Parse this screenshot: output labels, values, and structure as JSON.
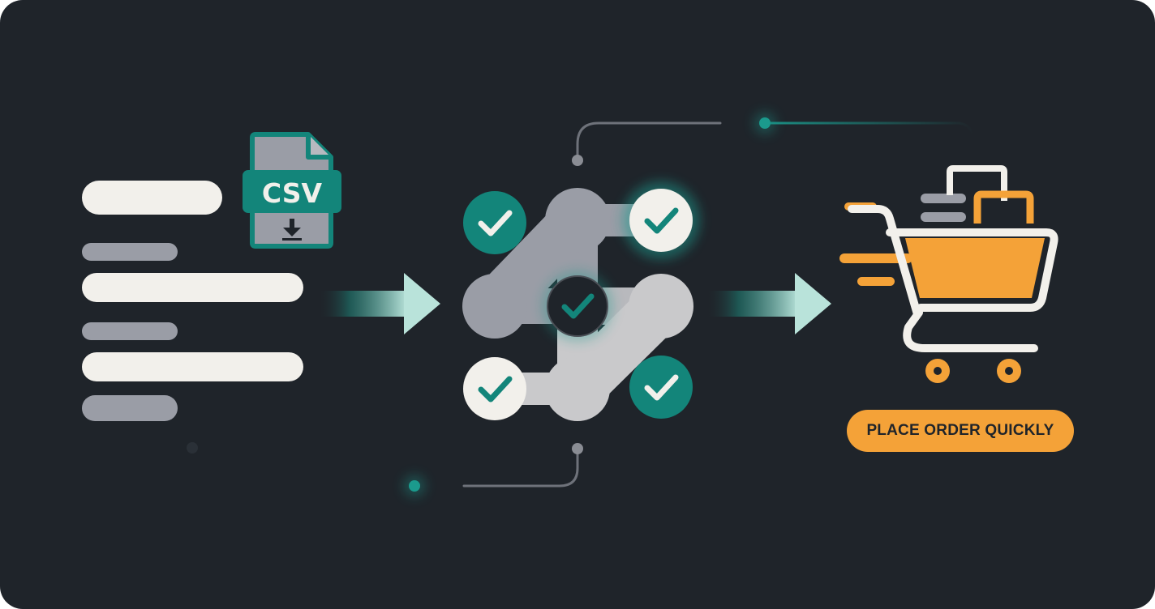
{
  "file_badge": {
    "label": "CSV",
    "icon": "download-arrow-icon"
  },
  "input_list": {
    "rows": [
      "bright",
      "muted",
      "bright",
      "muted",
      "bright",
      "muted"
    ]
  },
  "validator": {
    "nodes": [
      {
        "state": "checked-teal"
      },
      {
        "state": "plain-grey"
      },
      {
        "state": "checked-light-glow"
      },
      {
        "state": "plain-grey"
      },
      {
        "state": "checked-dark-center"
      },
      {
        "state": "plain-grey"
      },
      {
        "state": "checked-light"
      },
      {
        "state": "plain-light"
      },
      {
        "state": "checked-teal"
      }
    ]
  },
  "cart": {
    "icon": "shopping-cart-icon"
  },
  "cta": {
    "label": "PLACE ORDER QUICKLY"
  },
  "colors": {
    "background": "#1f242a",
    "teal": "#13857a",
    "light": "#f2f0eb",
    "grey": "#9a9da6",
    "orange": "#f4a238"
  }
}
